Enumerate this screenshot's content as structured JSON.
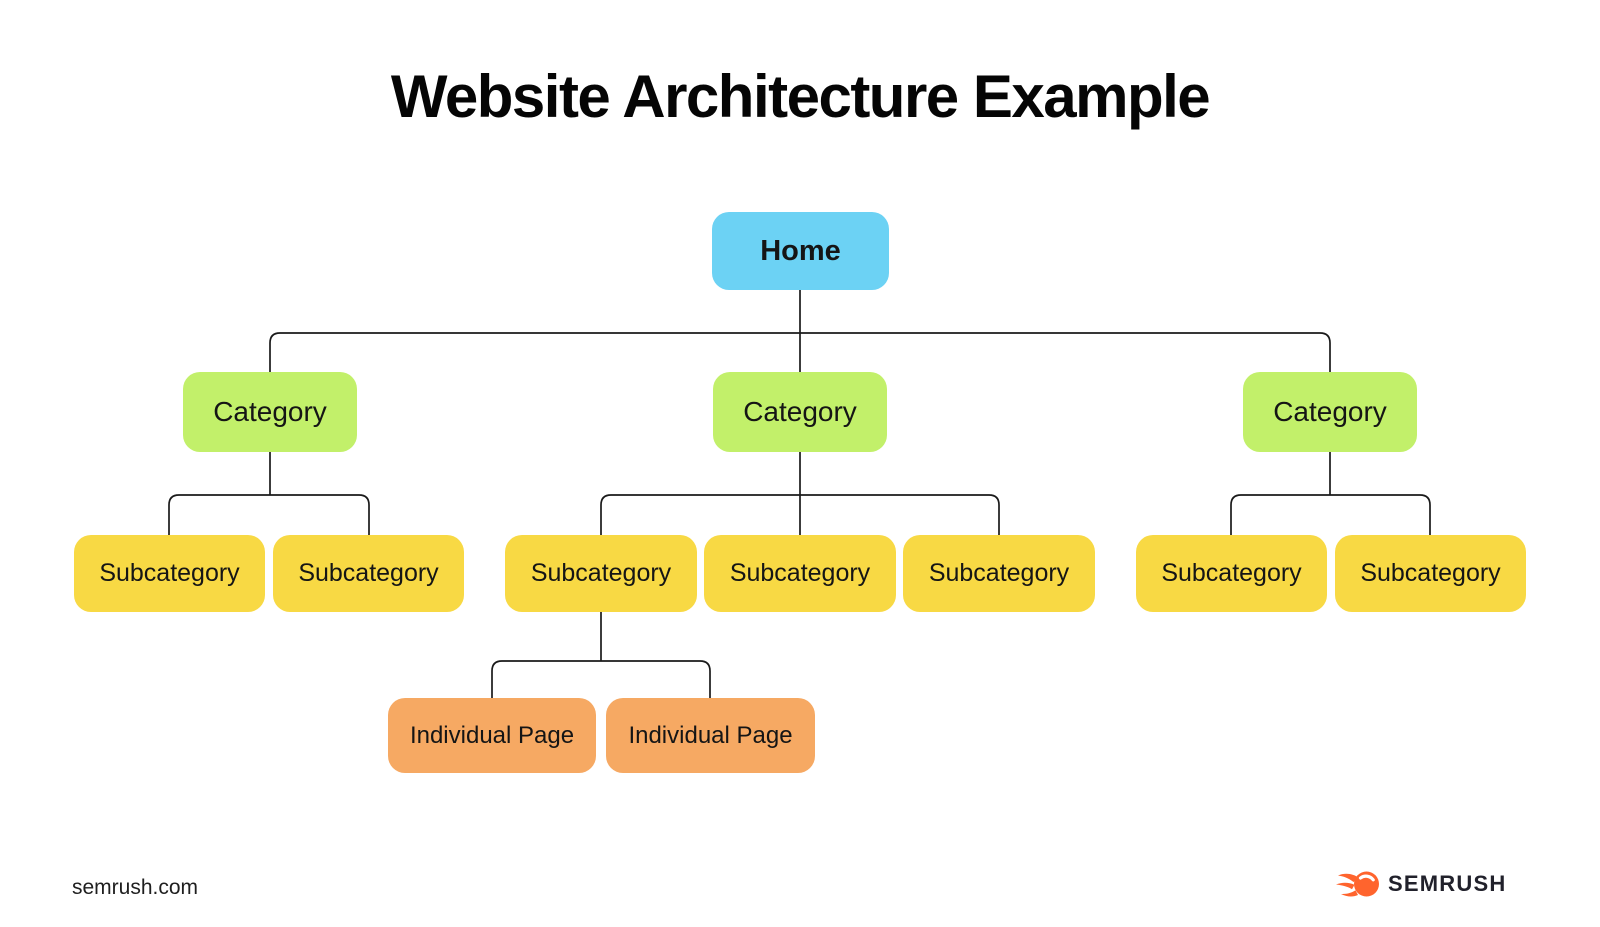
{
  "title": "Website Architecture Example",
  "diagram": {
    "home": {
      "label": "Home"
    },
    "categories": [
      {
        "label": "Category"
      },
      {
        "label": "Category"
      },
      {
        "label": "Category"
      }
    ],
    "subcategories": [
      {
        "label": "Subcategory"
      },
      {
        "label": "Subcategory"
      },
      {
        "label": "Subcategory"
      },
      {
        "label": "Subcategory"
      },
      {
        "label": "Subcategory"
      },
      {
        "label": "Subcategory"
      },
      {
        "label": "Subcategory"
      }
    ],
    "individual_pages": [
      {
        "label": "Individual Page"
      },
      {
        "label": "Individual Page"
      }
    ]
  },
  "colors": {
    "home": "#6CD2F4",
    "category": "#C2F06A",
    "subcategory": "#F8D944",
    "individual_page": "#F6A963",
    "connector": "#1A1A1A",
    "logo_flame": "#FF642D",
    "logo_text": "#21212B"
  },
  "footer": {
    "source": "semrush.com",
    "brand": "SEMRUSH"
  }
}
